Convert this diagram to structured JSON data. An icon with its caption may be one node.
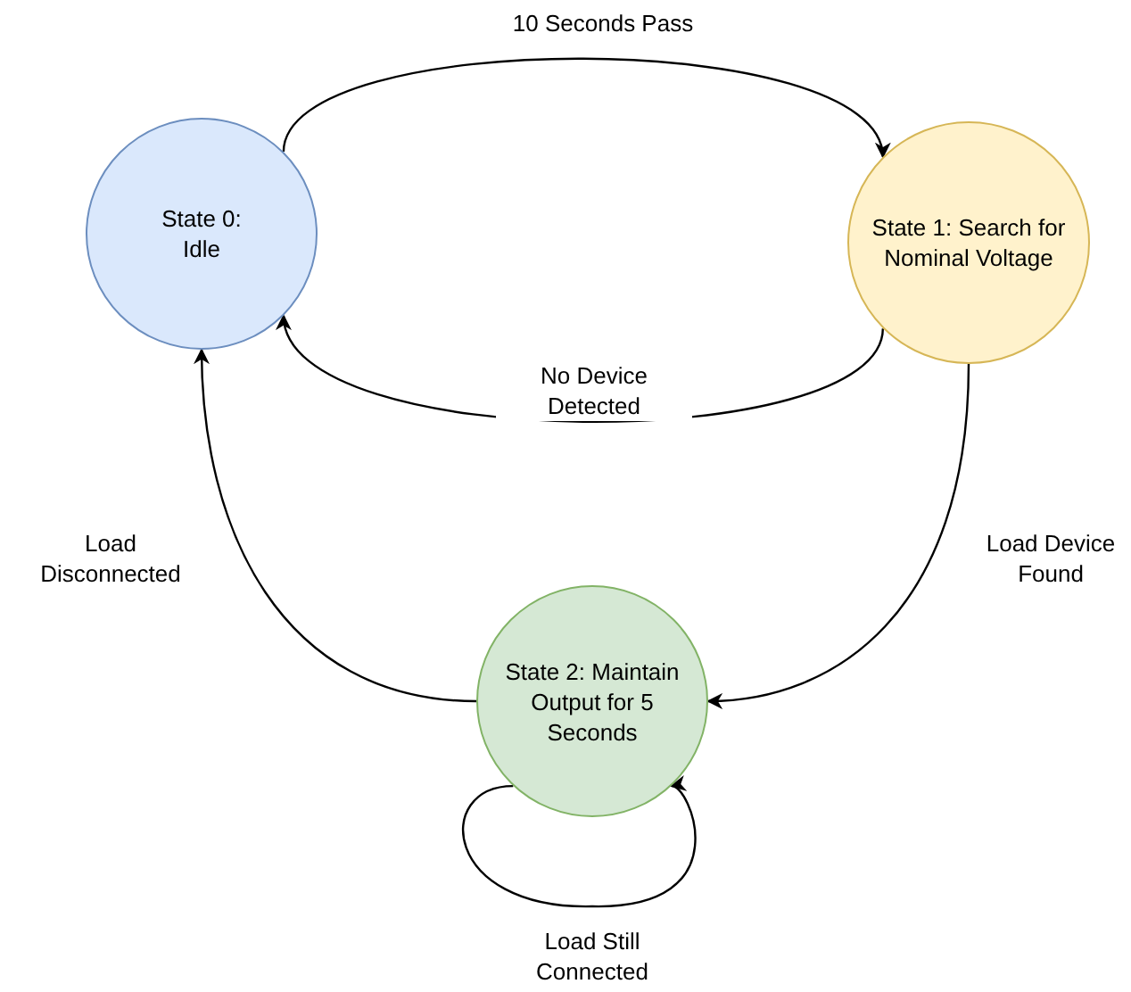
{
  "diagram": {
    "nodes": [
      {
        "text": [
          "State 0: Idle"
        ]
      },
      {
        "text": [
          "State 1: Search for Nominal Voltage"
        ]
      },
      {
        "text": [
          "State 2: Maintain Output for 5 Seconds"
        ]
      }
    ],
    "edges": [
      {
        "from": 0,
        "to": 1,
        "arrow": "to",
        "label": "10 Seconds Pass"
      },
      {
        "from": 1,
        "to": 0,
        "arrow": "to",
        "label": "No Device Detected"
      },
      {
        "from": 2,
        "to": 0,
        "arrow": "to",
        "label": "Load Disconnected"
      },
      {
        "from": 1,
        "to": 2,
        "arrow": "to",
        "label": "Load Device Found"
      },
      {
        "from": 2,
        "to": 2,
        "arrow": "to",
        "label": "Load Still Connected"
      }
    ]
  }
}
